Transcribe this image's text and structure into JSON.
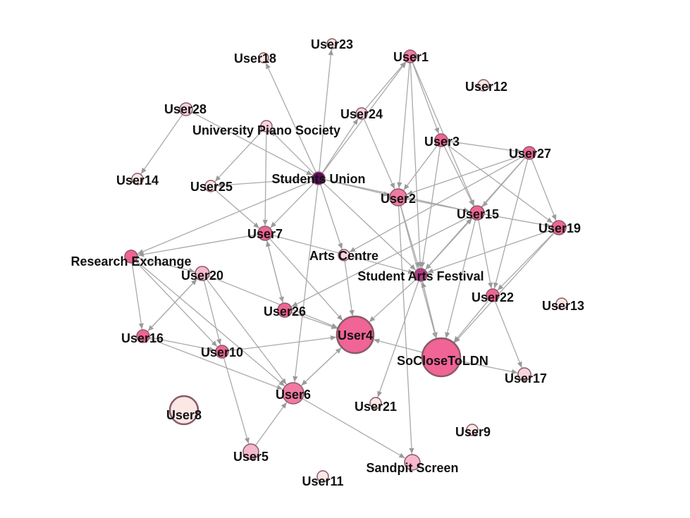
{
  "colors": {
    "edge": "#a9a9a9",
    "node_stroke": "#8a5a66",
    "palette": {
      "dark": "#5a0a5e",
      "plum": "#b03a86",
      "hot": "#f06496",
      "pink": "#f07aa3",
      "light": "#f6b8cc",
      "pale": "#f9d4de",
      "cream": "#fbe7e4"
    }
  },
  "nodes": [
    {
      "id": "User1",
      "label": "User1",
      "color": "pink"
    },
    {
      "id": "User2",
      "label": "User2",
      "color": "pink"
    },
    {
      "id": "User3",
      "label": "User3",
      "color": "hot"
    },
    {
      "id": "User4",
      "label": "User4",
      "color": "hot"
    },
    {
      "id": "User5",
      "label": "User5",
      "color": "light"
    },
    {
      "id": "User6",
      "label": "User6",
      "color": "pink"
    },
    {
      "id": "User7",
      "label": "User7",
      "color": "hot"
    },
    {
      "id": "User8",
      "label": "User8",
      "color": "cream"
    },
    {
      "id": "User9",
      "label": "User9",
      "color": "cream"
    },
    {
      "id": "User10",
      "label": "User10",
      "color": "hot"
    },
    {
      "id": "User11",
      "label": "User11",
      "color": "cream"
    },
    {
      "id": "User12",
      "label": "User12",
      "color": "cream"
    },
    {
      "id": "User13",
      "label": "User13",
      "color": "cream"
    },
    {
      "id": "User14",
      "label": "User14",
      "color": "cream"
    },
    {
      "id": "User15",
      "label": "User15",
      "color": "hot"
    },
    {
      "id": "User16",
      "label": "User16",
      "color": "hot"
    },
    {
      "id": "User17",
      "label": "User17",
      "color": "pale"
    },
    {
      "id": "User18",
      "label": "User18",
      "color": "cream"
    },
    {
      "id": "User19",
      "label": "User19",
      "color": "hot"
    },
    {
      "id": "User20",
      "label": "User20",
      "color": "light"
    },
    {
      "id": "User21",
      "label": "User21",
      "color": "cream"
    },
    {
      "id": "User22",
      "label": "User22",
      "color": "hot"
    },
    {
      "id": "User23",
      "label": "User23",
      "color": "cream"
    },
    {
      "id": "User24",
      "label": "User24",
      "color": "pale"
    },
    {
      "id": "User25",
      "label": "User25",
      "color": "cream"
    },
    {
      "id": "User26",
      "label": "User26",
      "color": "hot"
    },
    {
      "id": "User27",
      "label": "User27",
      "color": "hot"
    },
    {
      "id": "User28",
      "label": "User28",
      "color": "pale"
    },
    {
      "id": "StudentsUnion",
      "label": "Students Union",
      "color": "dark"
    },
    {
      "id": "UniversityPianoSociety",
      "label": "University Piano Society",
      "color": "pale"
    },
    {
      "id": "ResearchExchange",
      "label": "Research Exchange",
      "color": "hot"
    },
    {
      "id": "ArtsCentre",
      "label": "Arts Centre",
      "color": "pale"
    },
    {
      "id": "StudentArtsFestival",
      "label": "Student Arts Festival",
      "color": "plum"
    },
    {
      "id": "SoCloseToLDN",
      "label": "SoCloseToLDN",
      "color": "hot"
    },
    {
      "id": "SandpitScreen",
      "label": "Sandpit Screen",
      "color": "light"
    }
  ],
  "edges": [
    [
      "StudentsUnion",
      "User23"
    ],
    [
      "StudentsUnion",
      "User18"
    ],
    [
      "StudentsUnion",
      "User24"
    ],
    [
      "StudentsUnion",
      "User1"
    ],
    [
      "StudentsUnion",
      "User25"
    ],
    [
      "StudentsUnion",
      "User7"
    ],
    [
      "StudentsUnion",
      "ResearchExchange"
    ],
    [
      "StudentsUnion",
      "ArtsCentre"
    ],
    [
      "StudentsUnion",
      "User2"
    ],
    [
      "StudentsUnion",
      "User15"
    ],
    [
      "StudentsUnion",
      "StudentArtsFestival"
    ],
    [
      "StudentsUnion",
      "User6"
    ],
    [
      "StudentsUnion",
      "UniversityPianoSociety"
    ],
    [
      "User28",
      "User14"
    ],
    [
      "User28",
      "StudentsUnion"
    ],
    [
      "UniversityPianoSociety",
      "User25"
    ],
    [
      "UniversityPianoSociety",
      "User7"
    ],
    [
      "User25",
      "User7"
    ],
    [
      "User24",
      "User2"
    ],
    [
      "User24",
      "User1"
    ],
    [
      "User1",
      "User2"
    ],
    [
      "User1",
      "User3"
    ],
    [
      "User1",
      "User15"
    ],
    [
      "User1",
      "StudentArtsFestival"
    ],
    [
      "User3",
      "User27"
    ],
    [
      "User3",
      "User15"
    ],
    [
      "User3",
      "User19"
    ],
    [
      "User3",
      "User2"
    ],
    [
      "User3",
      "StudentArtsFestival"
    ],
    [
      "User27",
      "User2"
    ],
    [
      "User27",
      "User15"
    ],
    [
      "User27",
      "User19"
    ],
    [
      "User27",
      "User22"
    ],
    [
      "User27",
      "ArtsCentre"
    ],
    [
      "User27",
      "StudentArtsFestival"
    ],
    [
      "User2",
      "User15"
    ],
    [
      "User2",
      "StudentArtsFestival"
    ],
    [
      "User2",
      "SoCloseToLDN"
    ],
    [
      "User2",
      "SandpitScreen"
    ],
    [
      "User15",
      "User19"
    ],
    [
      "User15",
      "User22"
    ],
    [
      "User15",
      "StudentArtsFestival"
    ],
    [
      "User15",
      "SoCloseToLDN"
    ],
    [
      "User15",
      "User26"
    ],
    [
      "User19",
      "User22"
    ],
    [
      "User19",
      "StudentArtsFestival"
    ],
    [
      "User19",
      "SoCloseToLDN"
    ],
    [
      "User22",
      "User17"
    ],
    [
      "User22",
      "SoCloseToLDN"
    ],
    [
      "User7",
      "ResearchExchange"
    ],
    [
      "User7",
      "User26"
    ],
    [
      "User7",
      "User4"
    ],
    [
      "User7",
      "StudentArtsFestival"
    ],
    [
      "ResearchExchange",
      "User20"
    ],
    [
      "ResearchExchange",
      "User16"
    ],
    [
      "ResearchExchange",
      "User10"
    ],
    [
      "ResearchExchange",
      "User6"
    ],
    [
      "User20",
      "User16"
    ],
    [
      "User20",
      "User10"
    ],
    [
      "User20",
      "User6"
    ],
    [
      "User20",
      "User4"
    ],
    [
      "User16",
      "User10"
    ],
    [
      "User16",
      "User6"
    ],
    [
      "User16",
      "User20"
    ],
    [
      "User10",
      "User5"
    ],
    [
      "User10",
      "User4"
    ],
    [
      "User26",
      "User4"
    ],
    [
      "User26",
      "User7"
    ],
    [
      "User6",
      "User4"
    ],
    [
      "User6",
      "SandpitScreen"
    ],
    [
      "User5",
      "User6"
    ],
    [
      "ArtsCentre",
      "User4"
    ],
    [
      "StudentArtsFestival",
      "User4"
    ],
    [
      "StudentArtsFestival",
      "SoCloseToLDN"
    ],
    [
      "StudentArtsFestival",
      "User21"
    ],
    [
      "StudentArtsFestival",
      "User15"
    ],
    [
      "SoCloseToLDN",
      "User4"
    ],
    [
      "SoCloseToLDN",
      "User17"
    ],
    [
      "SoCloseToLDN",
      "StudentArtsFestival"
    ],
    [
      "User4",
      "User6"
    ]
  ]
}
